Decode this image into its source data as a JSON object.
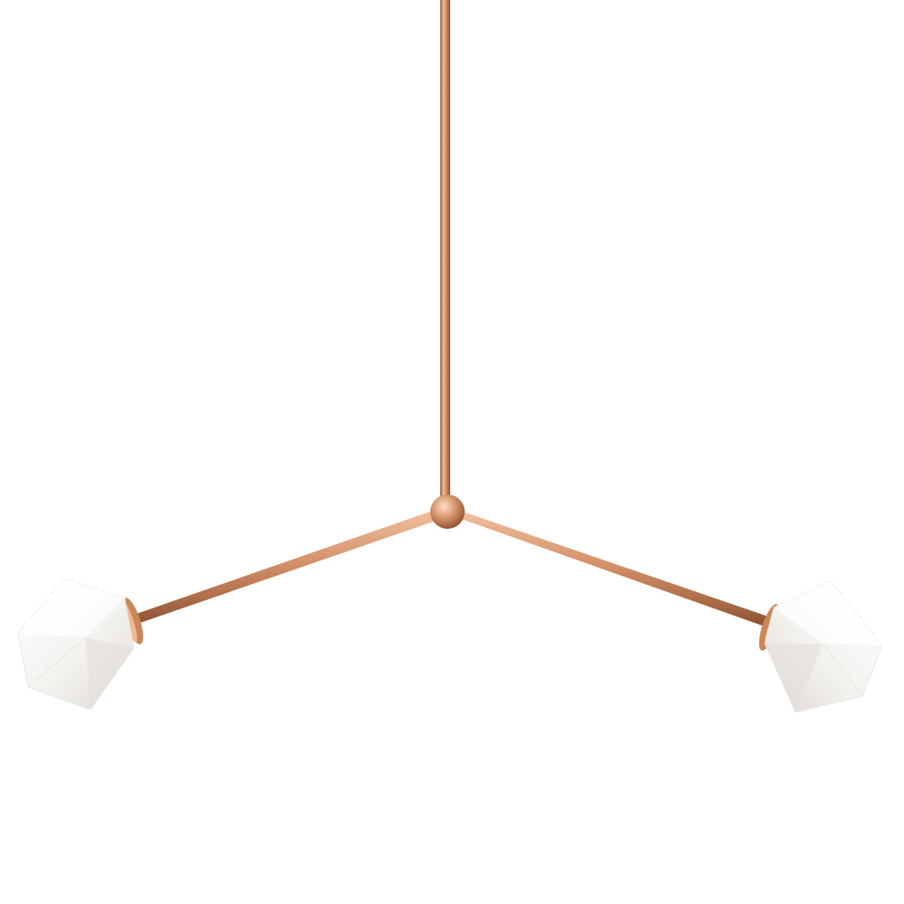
{
  "image": {
    "subject": "pendant-light-fixture",
    "background_color": "#ffffff",
    "metal_finish_colors": {
      "highlight": "#f2c1a0",
      "mid": "#d08e66",
      "shadow": "#9b5a3a"
    },
    "shade_colors": {
      "light": "#ffffff",
      "mid": "#f1efec",
      "shadow": "#d9d5d0"
    },
    "icons": [
      "down-rod",
      "hub-ball",
      "left-arm",
      "right-arm",
      "left-shade",
      "right-shade"
    ]
  }
}
